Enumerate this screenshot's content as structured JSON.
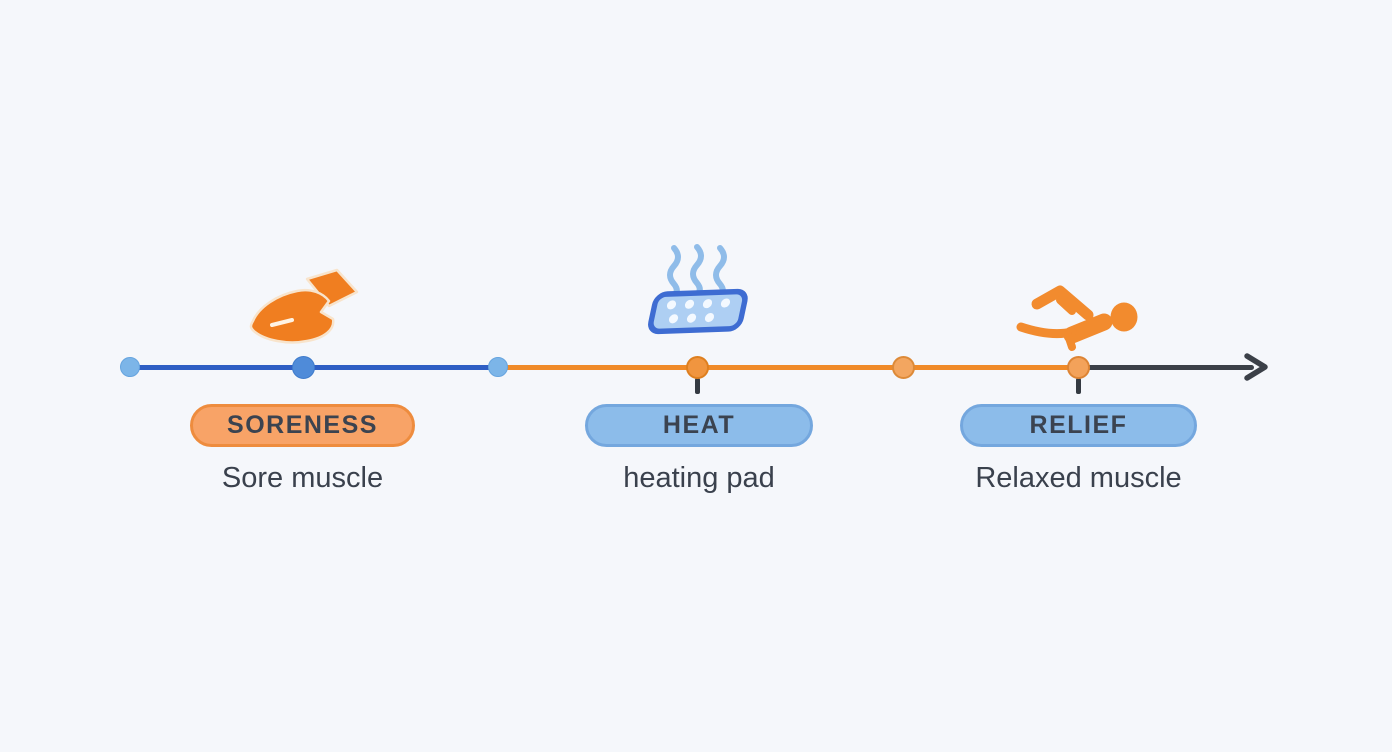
{
  "figure": {
    "type": "process-timeline",
    "background_color": "#F5F7FB",
    "stages": [
      {
        "id": "soreness",
        "label": "SORENESS",
        "caption": "Sore muscle",
        "icon": "sore-hand-icon",
        "pill_fill": "#F8A367",
        "pill_border": "#EE8C3E",
        "segment_color": "#2E5EC4",
        "icon_color": "#F07E20"
      },
      {
        "id": "heat",
        "label": "HEAT",
        "caption": "heating pad",
        "icon": "heating-pad-icon",
        "pill_fill": "#8CBCEA",
        "pill_border": "#74A7DE",
        "segment_color": "#F08A28",
        "icon_color": "#3E6CD2"
      },
      {
        "id": "relief",
        "label": "RELIEF",
        "caption": "Relaxed muscle",
        "icon": "relaxed-person-icon",
        "pill_fill": "#8CBCEA",
        "pill_border": "#74A7DE",
        "segment_color": "#3B4048",
        "icon_color": "#F28B2E"
      }
    ],
    "timeline": {
      "direction": "left-to-right",
      "arrow_color": "#3B4048",
      "dot_colors": [
        "#7CB5E8",
        "#4F8BD9",
        "#7CB5E8",
        "#F0953F",
        "#F3A660",
        "#F3A25A"
      ],
      "label_text_color": "#3B4350",
      "caption_text_color": "#3A414D"
    }
  }
}
